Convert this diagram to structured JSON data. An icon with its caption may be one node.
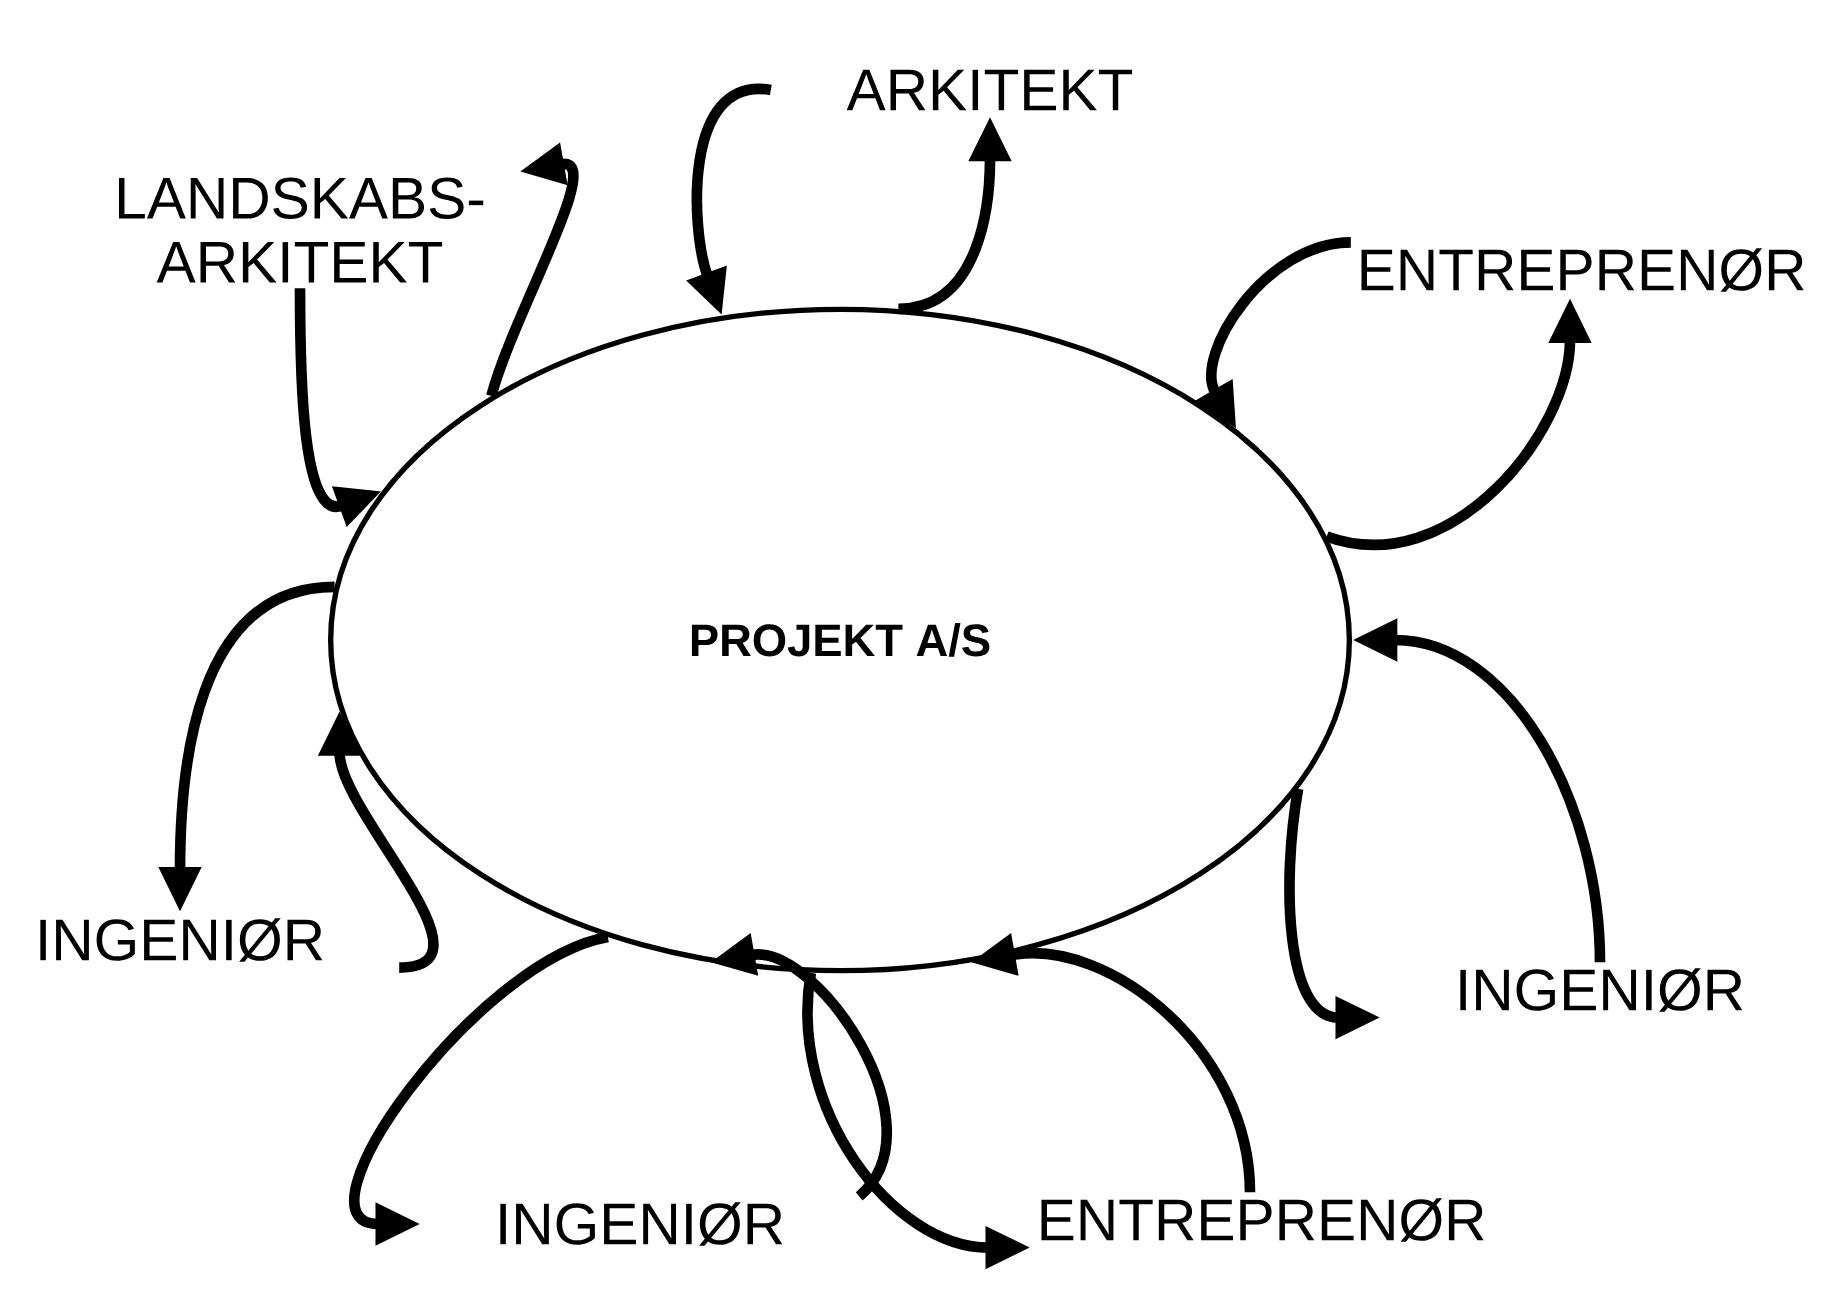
{
  "diagram": {
    "nodes": [
      {
        "text": [
          "PROJEKT A/S"
        ]
      },
      {
        "text": [
          "LANDSKABS- ARKITEKT"
        ]
      },
      {
        "text": [
          "ARKITEKT"
        ]
      },
      {
        "text": [
          "ENTREPRENØR"
        ]
      },
      {
        "text": [
          "INGENIØR"
        ]
      },
      {
        "text": [
          "INGENIØR"
        ]
      },
      {
        "text": [
          "INGENIØR"
        ]
      },
      {
        "text": [
          "ENTREPRENØR"
        ]
      }
    ],
    "edges": [
      {
        "from": 1,
        "to": 0,
        "arrow": "to"
      },
      {
        "from": 0,
        "to": 1,
        "arrow": "to"
      },
      {
        "from": 2,
        "to": 0,
        "arrow": "to"
      },
      {
        "from": 0,
        "to": 2,
        "arrow": "to"
      },
      {
        "from": 3,
        "to": 0,
        "arrow": "to"
      },
      {
        "from": 0,
        "to": 3,
        "arrow": "to"
      },
      {
        "from": 5,
        "to": 0,
        "arrow": "to"
      },
      {
        "from": 0,
        "to": 5,
        "arrow": "to"
      },
      {
        "from": 7,
        "to": 0,
        "arrow": "to"
      },
      {
        "from": 0,
        "to": 7,
        "arrow": "to"
      },
      {
        "from": 6,
        "to": 0,
        "arrow": "to"
      },
      {
        "from": 0,
        "to": 6,
        "arrow": "to"
      },
      {
        "from": 4,
        "to": 0,
        "arrow": "to"
      },
      {
        "from": 0,
        "to": 4,
        "arrow": "to"
      }
    ]
  }
}
